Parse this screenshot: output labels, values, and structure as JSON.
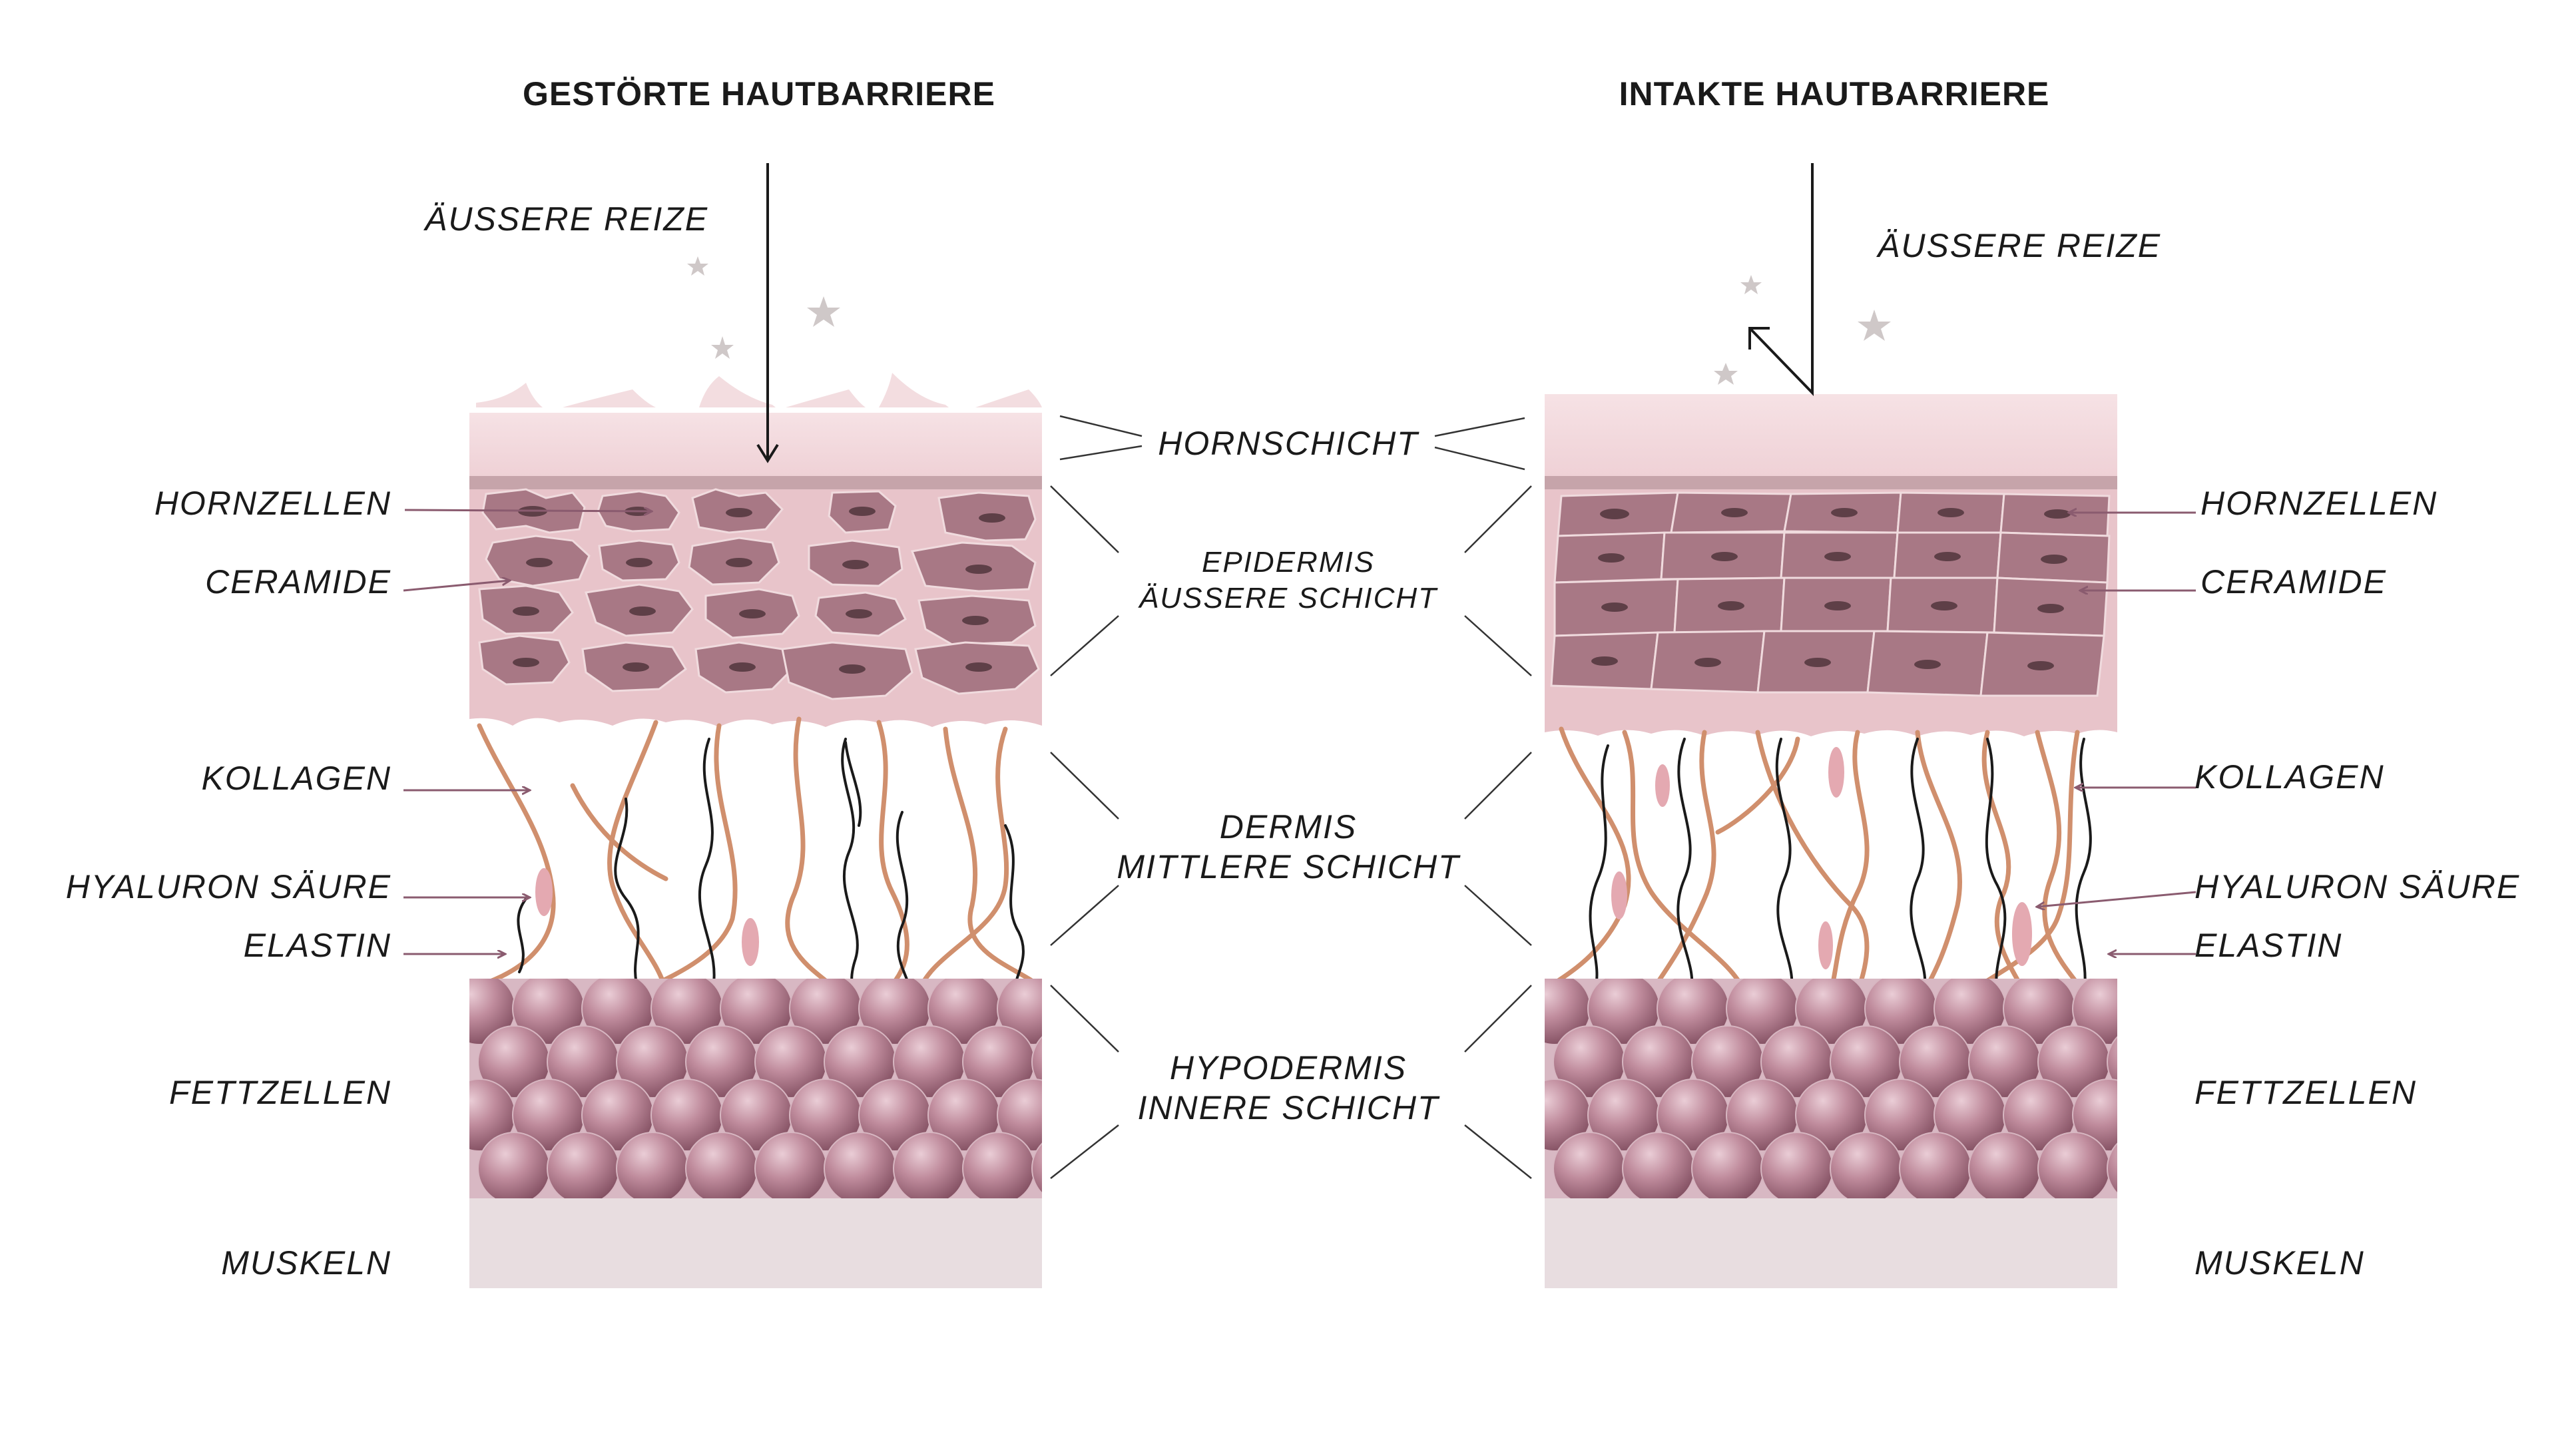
{
  "titles": {
    "left": "GESTÖRTE HAUTBARRIERE",
    "right": "INTAKTE HAUTBARRIERE"
  },
  "stimulus": {
    "left": "ÄUSSERE REIZE",
    "right": "ÄUSSERE REIZE"
  },
  "left_labels": {
    "hornzellen": "HORNZELLEN",
    "ceramide": "CERAMIDE",
    "kollagen": "KOLLAGEN",
    "hyaluron": "HYALURON SÄURE",
    "elastin": "ELASTIN",
    "fettzellen": "FETTZELLEN",
    "muskeln": "MUSKELN"
  },
  "right_labels": {
    "hornzellen": "HORNZELLEN",
    "ceramide": "CERAMIDE",
    "kollagen": "KOLLAGEN",
    "hyaluron": "HYALURON SÄURE",
    "elastin": "ELASTIN",
    "fettzellen": "FETTZELLEN",
    "muskeln": "MUSKELN"
  },
  "layers": {
    "hornschicht": "HORNSCHICHT",
    "epidermis_1": "EPIDERMIS",
    "epidermis_2": "ÄUSSERE SCHICHT",
    "dermis_1": "DERMIS",
    "dermis_2": "MITTLERE SCHICHT",
    "hypodermis_1": "HYPODERMIS",
    "hypodermis_2": "INNERE SCHICHT"
  },
  "colors": {
    "horn_layer": "#f5dfe2",
    "epidermis_bg": "#e8c4ca",
    "cell_fill": "#a87885",
    "cell_nucleus": "#5e3f47",
    "collagen": "#d08f6d",
    "elastin": "#1a1a1a",
    "hyaluron": "#e4a9b1",
    "fat_light": "#e6c6d0",
    "fat_dark": "#8e5a6c",
    "muscle": "#e8dde0",
    "pointer": "#8a5b6f",
    "text": "#1a1a1a"
  }
}
